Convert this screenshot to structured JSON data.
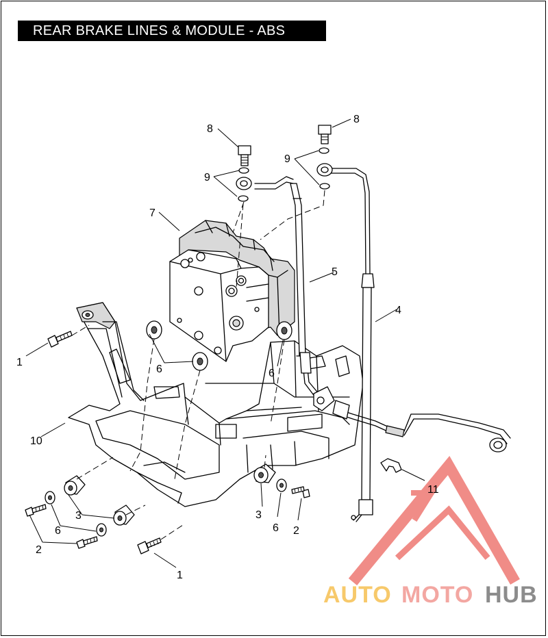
{
  "title": "REAR BRAKE LINES & MODULE - ABS",
  "callouts": [
    "1",
    "2",
    "3",
    "4",
    "5",
    "6",
    "7",
    "8",
    "9",
    "10",
    "11"
  ],
  "callout_labels": {
    "c1a": "1",
    "c1b": "1",
    "c2a": "2",
    "c2b": "2",
    "c3a": "3",
    "c3b": "3",
    "c4": "4",
    "c5": "5",
    "c6a": "6",
    "c6b": "6",
    "c6c": "6",
    "c6d": "6",
    "c7": "7",
    "c8a": "8",
    "c8b": "8",
    "c9a": "9",
    "c9b": "9",
    "c10": "10",
    "c11": "11"
  },
  "watermark": {
    "auto": "AUTO",
    "moto": "MOTO",
    "hub": "HUB",
    "colors": {
      "auto": "#f7c96b",
      "moto": "#f3a7a2",
      "hub": "#8c8c8c",
      "triangle": "#f08c87"
    }
  }
}
